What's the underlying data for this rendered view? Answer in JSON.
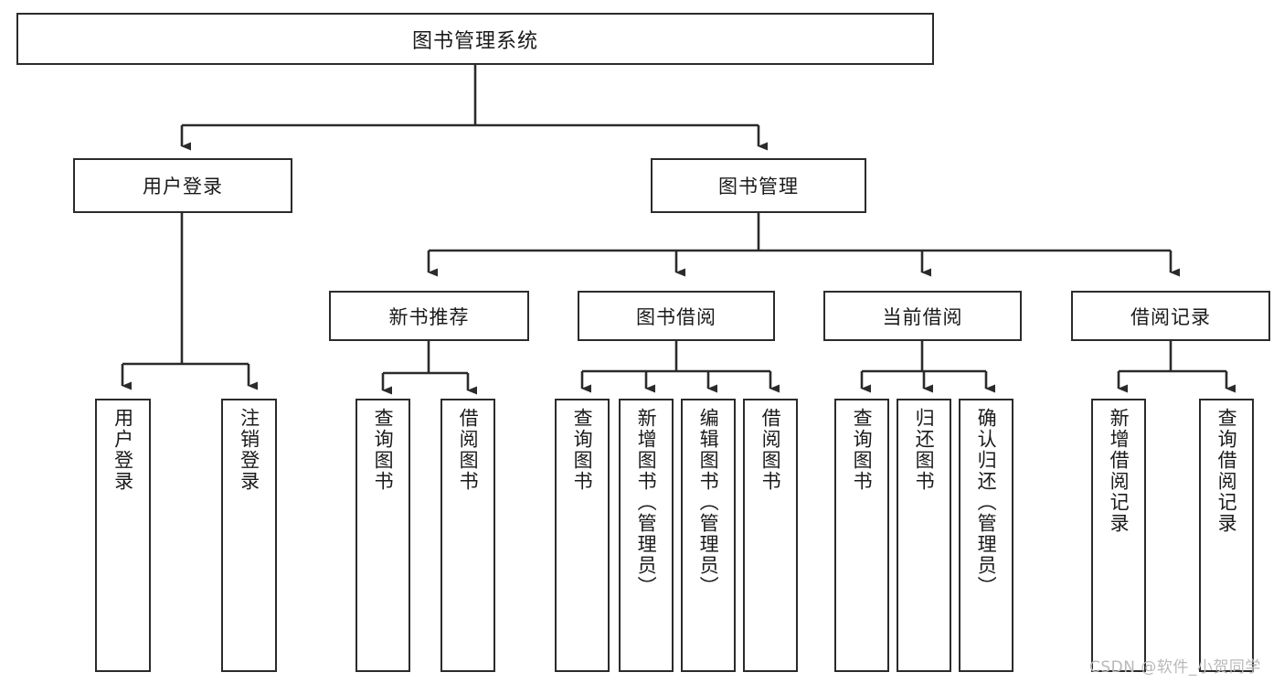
{
  "diagram": {
    "title": "图书管理系统",
    "type": "hierarchy-tree",
    "watermark": "CSDN @软件_小贺同学",
    "colors": {
      "box_border": "#2b2b2b",
      "box_fill": "#ffffff",
      "edge": "#2b2b2b",
      "text": "#1a1a1a",
      "watermark": "#b9b9b9"
    },
    "root": {
      "label": "图书管理系统"
    },
    "level2": [
      {
        "label": "用户登录"
      },
      {
        "label": "图书管理"
      }
    ],
    "level3": [
      {
        "label": "新书推荐"
      },
      {
        "label": "图书借阅"
      },
      {
        "label": "当前借阅"
      },
      {
        "label": "借阅记录"
      }
    ],
    "leaves": {
      "user_login": [
        {
          "label": "用户登录"
        },
        {
          "label": "注销登录"
        }
      ],
      "new_book_recommend": [
        {
          "label": "查询图书"
        },
        {
          "label": "借阅图书"
        }
      ],
      "book_borrow": [
        {
          "label": "查询图书"
        },
        {
          "label": "新增图书（管理员）"
        },
        {
          "label": "编辑图书（管理员）"
        },
        {
          "label": "借阅图书"
        }
      ],
      "current_borrow": [
        {
          "label": "查询图书"
        },
        {
          "label": "归还图书"
        },
        {
          "label": "确认归还（管理员）"
        }
      ],
      "borrow_record": [
        {
          "label": "新增借阅记录"
        },
        {
          "label": "查询借阅记录"
        }
      ]
    }
  }
}
